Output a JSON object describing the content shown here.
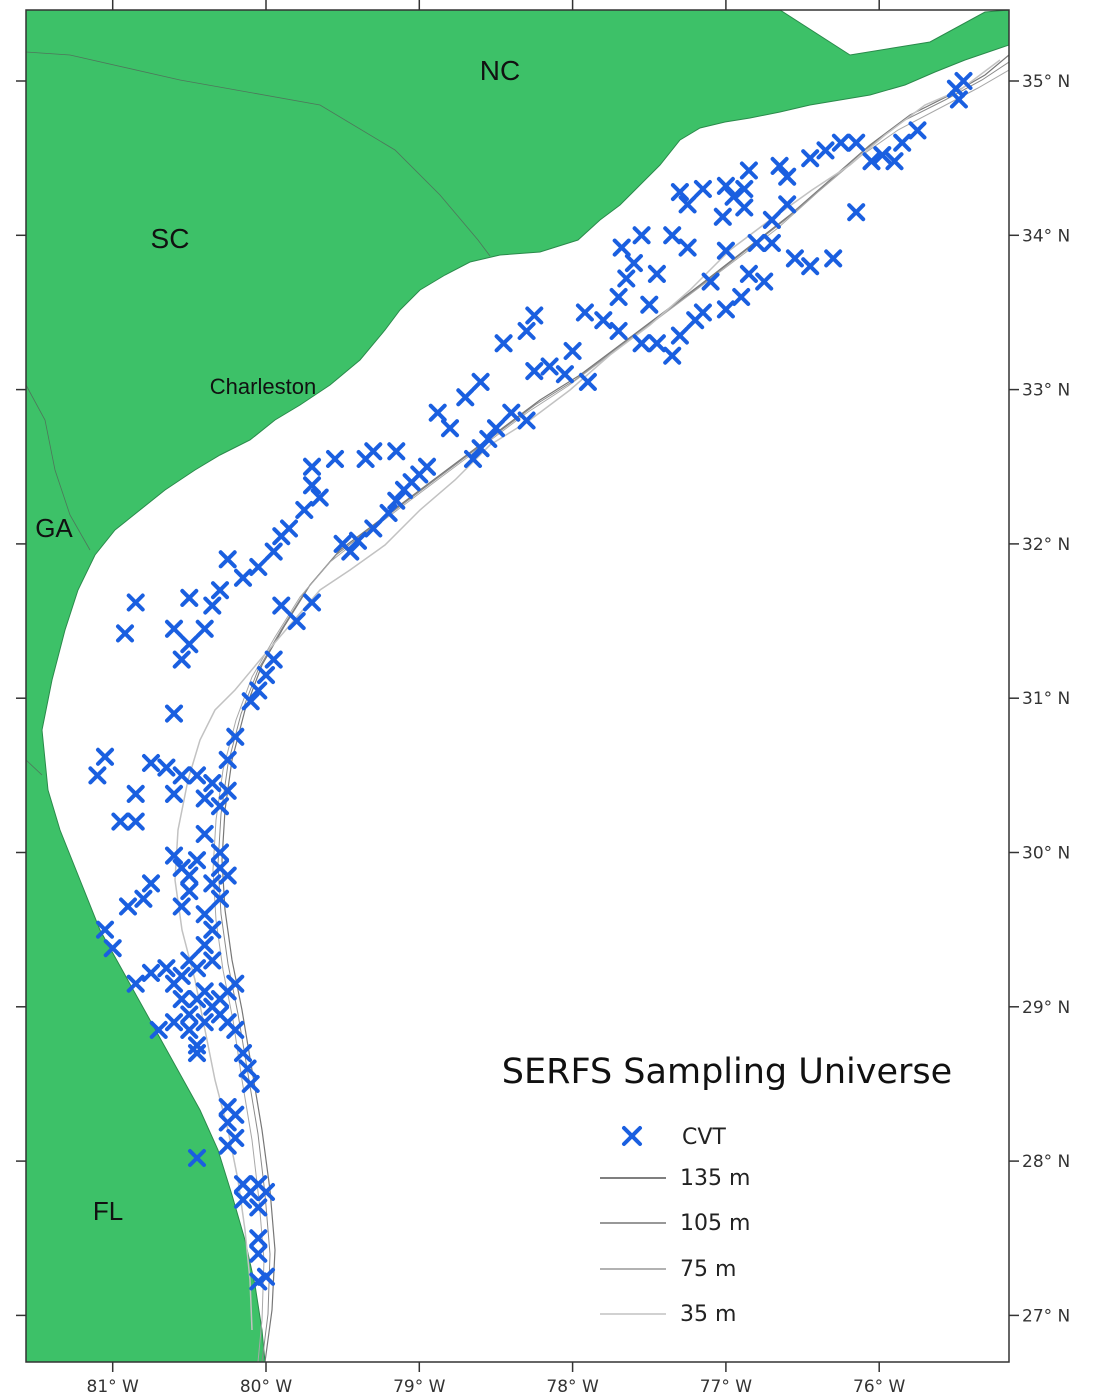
{
  "title": "SERFS Sampling Universe",
  "place_labels": {
    "nc": "NC",
    "sc": "SC",
    "ga": "GA",
    "fl": "FL",
    "charleston": "Charleston"
  },
  "lat_ticks": [
    "35° N",
    "34° N",
    "33° N",
    "32° N",
    "31° N",
    "30° N",
    "29° N",
    "28° N",
    "27° N"
  ],
  "lon_ticks": [
    "81° W",
    "80° W",
    "79° W",
    "78° W",
    "77° W",
    "76° W"
  ],
  "legend": {
    "marker_label": "CVT",
    "contours": [
      "135 m",
      "105 m",
      "75 m",
      "35 m"
    ]
  },
  "colors": {
    "land": "#3dc168",
    "marker": "#1a5fe0",
    "contour_dark": "#777777",
    "contour_light": "#c2c2c2"
  },
  "marker_icon": "x-mark-icon",
  "chart_data": {
    "type": "scatter",
    "title": "SERFS Sampling Universe",
    "xlabel": "",
    "ylabel": "",
    "xlim": [
      -81.55,
      -75.2
    ],
    "ylim": [
      26.7,
      35.45
    ],
    "series": [
      {
        "name": "CVT",
        "points": [
          [
            -75.45,
            35.0
          ],
          [
            -75.5,
            34.95
          ],
          [
            -75.48,
            34.88
          ],
          [
            -75.75,
            34.68
          ],
          [
            -75.85,
            34.6
          ],
          [
            -75.9,
            34.48
          ],
          [
            -75.98,
            34.52
          ],
          [
            -76.05,
            34.48
          ],
          [
            -76.15,
            34.6
          ],
          [
            -76.25,
            34.6
          ],
          [
            -76.35,
            34.55
          ],
          [
            -76.45,
            34.5
          ],
          [
            -76.65,
            34.45
          ],
          [
            -76.85,
            34.42
          ],
          [
            -76.6,
            34.38
          ],
          [
            -76.6,
            34.2
          ],
          [
            -76.7,
            34.1
          ],
          [
            -76.88,
            34.3
          ],
          [
            -76.88,
            34.18
          ],
          [
            -77.0,
            34.32
          ],
          [
            -77.15,
            34.3
          ],
          [
            -77.25,
            34.2
          ],
          [
            -77.3,
            34.28
          ],
          [
            -77.35,
            34.0
          ],
          [
            -77.55,
            34.0
          ],
          [
            -77.6,
            33.82
          ],
          [
            -77.65,
            33.72
          ],
          [
            -77.45,
            33.75
          ],
          [
            -77.7,
            33.6
          ],
          [
            -77.25,
            33.92
          ],
          [
            -77.0,
            33.9
          ],
          [
            -76.8,
            33.95
          ],
          [
            -76.7,
            33.95
          ],
          [
            -76.55,
            33.85
          ],
          [
            -76.45,
            33.8
          ],
          [
            -76.3,
            33.85
          ],
          [
            -76.15,
            34.15
          ],
          [
            -76.75,
            33.7
          ],
          [
            -76.9,
            33.6
          ],
          [
            -77.0,
            33.52
          ],
          [
            -77.15,
            33.5
          ],
          [
            -77.2,
            33.45
          ],
          [
            -77.3,
            33.35
          ],
          [
            -77.35,
            33.22
          ],
          [
            -77.45,
            33.3
          ],
          [
            -77.55,
            33.3
          ],
          [
            -77.7,
            33.38
          ],
          [
            -77.8,
            33.45
          ],
          [
            -77.5,
            33.55
          ],
          [
            -76.85,
            33.75
          ],
          [
            -77.1,
            33.7
          ],
          [
            -76.95,
            34.25
          ],
          [
            -77.02,
            34.12
          ],
          [
            -77.92,
            33.5
          ],
          [
            -78.0,
            33.25
          ],
          [
            -78.15,
            33.15
          ],
          [
            -78.25,
            33.12
          ],
          [
            -78.05,
            33.1
          ],
          [
            -77.9,
            33.05
          ],
          [
            -77.68,
            33.92
          ],
          [
            -78.25,
            33.48
          ],
          [
            -78.3,
            33.38
          ],
          [
            -78.45,
            33.3
          ],
          [
            -78.6,
            33.05
          ],
          [
            -78.7,
            32.95
          ],
          [
            -78.88,
            32.85
          ],
          [
            -78.4,
            32.85
          ],
          [
            -78.3,
            32.8
          ],
          [
            -78.5,
            32.75
          ],
          [
            -78.55,
            32.68
          ],
          [
            -78.6,
            32.62
          ],
          [
            -78.65,
            32.55
          ],
          [
            -78.8,
            32.75
          ],
          [
            -78.95,
            32.5
          ],
          [
            -79.0,
            32.45
          ],
          [
            -79.05,
            32.4
          ],
          [
            -79.1,
            32.35
          ],
          [
            -79.15,
            32.28
          ],
          [
            -79.2,
            32.2
          ],
          [
            -79.3,
            32.1
          ],
          [
            -79.4,
            32.02
          ],
          [
            -79.45,
            31.95
          ],
          [
            -79.5,
            32.0
          ],
          [
            -79.15,
            32.6
          ],
          [
            -79.3,
            32.6
          ],
          [
            -79.35,
            32.55
          ],
          [
            -79.55,
            32.55
          ],
          [
            -79.7,
            32.5
          ],
          [
            -79.7,
            32.38
          ],
          [
            -79.65,
            32.3
          ],
          [
            -79.75,
            32.22
          ],
          [
            -79.85,
            32.1
          ],
          [
            -79.9,
            32.05
          ],
          [
            -79.95,
            31.95
          ],
          [
            -80.05,
            31.85
          ],
          [
            -80.15,
            31.78
          ],
          [
            -80.25,
            31.9
          ],
          [
            -80.3,
            31.7
          ],
          [
            -80.35,
            31.6
          ],
          [
            -80.4,
            31.45
          ],
          [
            -80.5,
            31.65
          ],
          [
            -80.6,
            31.45
          ],
          [
            -80.5,
            31.35
          ],
          [
            -80.55,
            31.25
          ],
          [
            -80.85,
            31.62
          ],
          [
            -80.92,
            31.42
          ],
          [
            -79.9,
            31.6
          ],
          [
            -79.7,
            31.62
          ],
          [
            -79.8,
            31.5
          ],
          [
            -79.95,
            31.25
          ],
          [
            -80.0,
            31.15
          ],
          [
            -80.05,
            31.05
          ],
          [
            -80.1,
            30.98
          ],
          [
            -80.6,
            30.9
          ],
          [
            -80.2,
            30.75
          ],
          [
            -80.25,
            30.6
          ],
          [
            -80.25,
            30.4
          ],
          [
            -80.3,
            30.3
          ],
          [
            -80.35,
            30.45
          ],
          [
            -80.45,
            30.5
          ],
          [
            -80.55,
            30.5
          ],
          [
            -80.65,
            30.55
          ],
          [
            -80.75,
            30.58
          ],
          [
            -80.6,
            30.38
          ],
          [
            -80.85,
            30.38
          ],
          [
            -81.05,
            30.62
          ],
          [
            -81.1,
            30.5
          ],
          [
            -80.95,
            30.2
          ],
          [
            -80.85,
            30.2
          ],
          [
            -80.4,
            30.35
          ],
          [
            -80.4,
            30.12
          ],
          [
            -80.3,
            30.0
          ],
          [
            -80.3,
            29.9
          ],
          [
            -80.35,
            29.8
          ],
          [
            -80.25,
            29.85
          ],
          [
            -80.45,
            29.95
          ],
          [
            -80.5,
            29.85
          ],
          [
            -80.55,
            29.9
          ],
          [
            -80.6,
            29.98
          ],
          [
            -80.5,
            29.75
          ],
          [
            -80.55,
            29.65
          ],
          [
            -80.4,
            29.6
          ],
          [
            -80.75,
            29.8
          ],
          [
            -80.8,
            29.7
          ],
          [
            -80.9,
            29.65
          ],
          [
            -81.05,
            29.5
          ],
          [
            -81.0,
            29.38
          ],
          [
            -80.3,
            29.7
          ],
          [
            -80.35,
            29.5
          ],
          [
            -80.4,
            29.4
          ],
          [
            -80.35,
            29.3
          ],
          [
            -80.45,
            29.25
          ],
          [
            -80.5,
            29.3
          ],
          [
            -80.55,
            29.2
          ],
          [
            -80.6,
            29.15
          ],
          [
            -80.65,
            29.25
          ],
          [
            -80.75,
            29.22
          ],
          [
            -80.85,
            29.15
          ],
          [
            -80.55,
            29.05
          ],
          [
            -80.45,
            29.05
          ],
          [
            -80.4,
            29.1
          ],
          [
            -80.35,
            29.0
          ],
          [
            -80.3,
            29.05
          ],
          [
            -80.25,
            29.1
          ],
          [
            -80.2,
            29.15
          ],
          [
            -80.3,
            28.95
          ],
          [
            -80.4,
            28.9
          ],
          [
            -80.5,
            28.95
          ],
          [
            -80.5,
            28.85
          ],
          [
            -80.6,
            28.9
          ],
          [
            -80.7,
            28.85
          ],
          [
            -80.45,
            28.75
          ],
          [
            -80.45,
            28.7
          ],
          [
            -80.25,
            28.9
          ],
          [
            -80.2,
            28.85
          ],
          [
            -80.15,
            28.7
          ],
          [
            -80.12,
            28.6
          ],
          [
            -80.1,
            28.5
          ],
          [
            -80.2,
            28.3
          ],
          [
            -80.25,
            28.25
          ],
          [
            -80.2,
            28.15
          ],
          [
            -80.25,
            28.1
          ],
          [
            -80.45,
            28.02
          ],
          [
            -80.15,
            27.85
          ],
          [
            -80.1,
            27.8
          ],
          [
            -80.05,
            27.85
          ],
          [
            -80.0,
            27.8
          ],
          [
            -80.15,
            27.75
          ],
          [
            -80.05,
            27.7
          ],
          [
            -80.05,
            27.5
          ],
          [
            -80.05,
            27.4
          ],
          [
            -80.0,
            27.25
          ],
          [
            -80.05,
            27.22
          ],
          [
            -80.25,
            28.35
          ]
        ]
      }
    ]
  }
}
